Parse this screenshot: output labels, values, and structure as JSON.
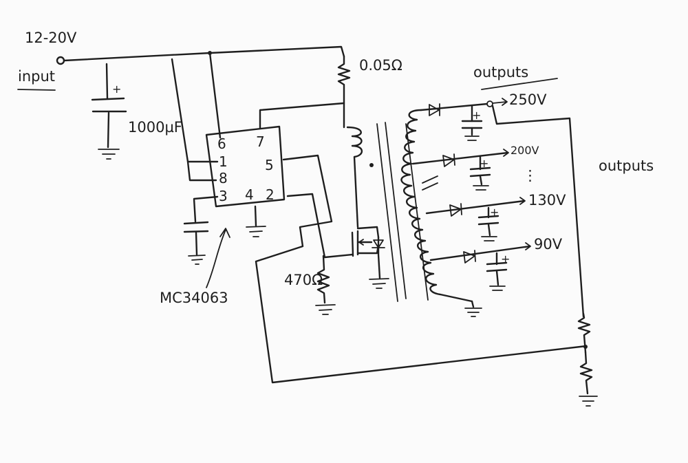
{
  "input": {
    "voltage": "12-20V",
    "label": "input"
  },
  "input_capacitor": {
    "value": "1000µF",
    "polarity": "+"
  },
  "sense_resistor": {
    "value": "0.05Ω"
  },
  "gate_resistor": {
    "value": "470Ω"
  },
  "ic": {
    "name": "MC34063",
    "pins": {
      "p6": "6",
      "p7": "7",
      "p1": "1",
      "p8": "8",
      "p5": "5",
      "p3": "3",
      "p4": "4",
      "p2": "2"
    }
  },
  "outputs": {
    "title_top": "outputs",
    "title_side": "outputs",
    "taps": [
      {
        "voltage": "250V",
        "polarity": "+"
      },
      {
        "voltage": "200V",
        "polarity": "+"
      },
      {
        "voltage": "130V",
        "polarity": "+"
      },
      {
        "voltage": "90V",
        "polarity": "+"
      }
    ],
    "ellipsis": "⋮"
  }
}
